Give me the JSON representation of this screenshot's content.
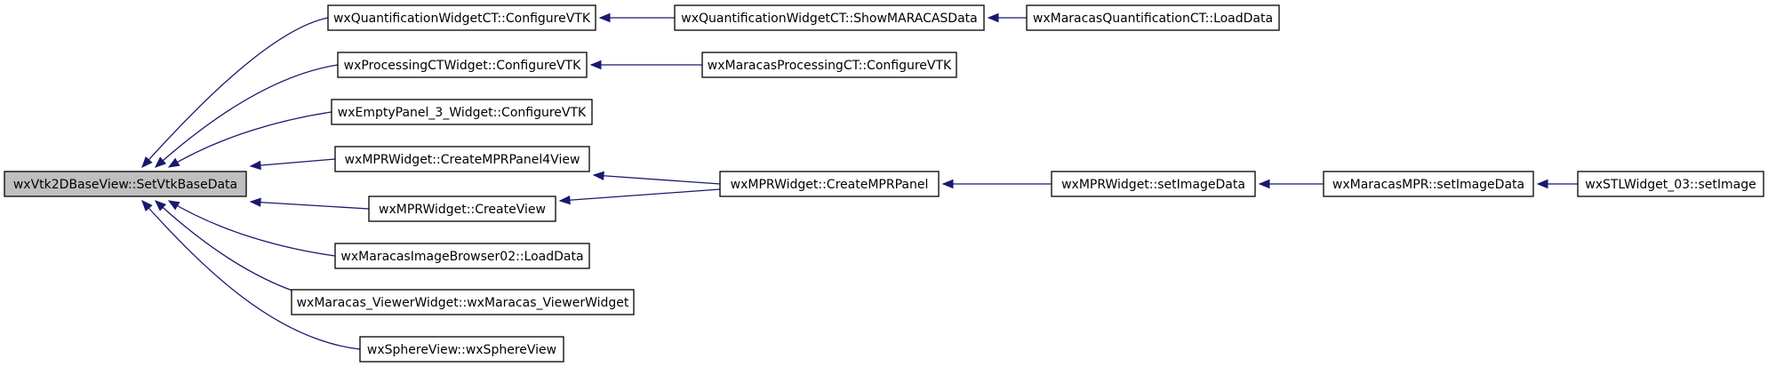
{
  "graph": {
    "kind": "doxygen caller graph",
    "colors": {
      "edge": "#191970",
      "root_fill": "#bfbfbf",
      "node_fill": "#ffffff",
      "node_border": "#000000"
    },
    "nodes": [
      {
        "id": "n0",
        "label": "wxVtk2DBaseView::SetVtkBaseData",
        "root": true
      },
      {
        "id": "n1",
        "label": "wxQuantificationWidgetCT::ConfigureVTK"
      },
      {
        "id": "n2",
        "label": "wxQuantificationWidgetCT::ShowMARACASData"
      },
      {
        "id": "n3",
        "label": "wxMaracasQuantificationCT::LoadData"
      },
      {
        "id": "n4",
        "label": "wxProcessingCTWidget::ConfigureVTK"
      },
      {
        "id": "n5",
        "label": "wxMaracasProcessingCT::ConfigureVTK"
      },
      {
        "id": "n6",
        "label": "wxEmptyPanel_3_Widget::ConfigureVTK"
      },
      {
        "id": "n7",
        "label": "wxMPRWidget::CreateMPRPanel4View"
      },
      {
        "id": "n8",
        "label": "wxMPRWidget::CreateMPRPanel"
      },
      {
        "id": "n9",
        "label": "wxMPRWidget::setImageData"
      },
      {
        "id": "n10",
        "label": "wxMaracasMPR::setImageData"
      },
      {
        "id": "n11",
        "label": "wxSTLWidget_03::setImage"
      },
      {
        "id": "n12",
        "label": "wxMPRWidget::CreateView"
      },
      {
        "id": "n13",
        "label": "wxMaracasImageBrowser02::LoadData"
      },
      {
        "id": "n14",
        "label": "wxMaracas_ViewerWidget::wxMaracas_ViewerWidget"
      },
      {
        "id": "n15",
        "label": "wxSphereView::wxSphereView"
      }
    ],
    "edges": [
      {
        "from": "n1",
        "to": "n0"
      },
      {
        "from": "n4",
        "to": "n0"
      },
      {
        "from": "n6",
        "to": "n0"
      },
      {
        "from": "n7",
        "to": "n0"
      },
      {
        "from": "n12",
        "to": "n0"
      },
      {
        "from": "n13",
        "to": "n0"
      },
      {
        "from": "n14",
        "to": "n0"
      },
      {
        "from": "n15",
        "to": "n0"
      },
      {
        "from": "n2",
        "to": "n1"
      },
      {
        "from": "n3",
        "to": "n2"
      },
      {
        "from": "n5",
        "to": "n4"
      },
      {
        "from": "n8",
        "to": "n7"
      },
      {
        "from": "n8",
        "to": "n12"
      },
      {
        "from": "n9",
        "to": "n8"
      },
      {
        "from": "n10",
        "to": "n9"
      },
      {
        "from": "n11",
        "to": "n10"
      }
    ]
  }
}
